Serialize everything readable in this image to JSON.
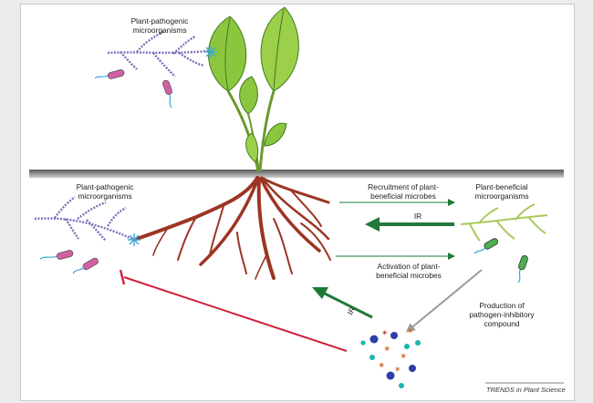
{
  "labels": {
    "pathogens_top": "Plant-pathogenic\nmicroorganisms",
    "pathogens_left": "Plant-pathogenic\nmicroorganisms",
    "beneficial": "Plant-beneficial\nmicroorganisms",
    "recruitment": "Recruitment of plant-\nbeneficial microbes",
    "ir_top": "IR",
    "activation": "Activation of plant-\nbeneficial microbes",
    "production": "Production of\npathogen-inhibitory\ncompound",
    "ir_diag": "IR",
    "credit": "TRENDS in Plant Science"
  },
  "colors": {
    "soil_line": "#3a3a3a",
    "root": "#9c3523",
    "leaf": "#8cc63f",
    "leaf_vein": "#3f7a1e",
    "green_arrow": "#1f7a3a",
    "inhibit_line": "#d0213c",
    "gray_arrow": "#9a9a9a",
    "pathogen_hyphae": "#7b6fb8",
    "beneficial_hyphae": "#a9c95a"
  }
}
